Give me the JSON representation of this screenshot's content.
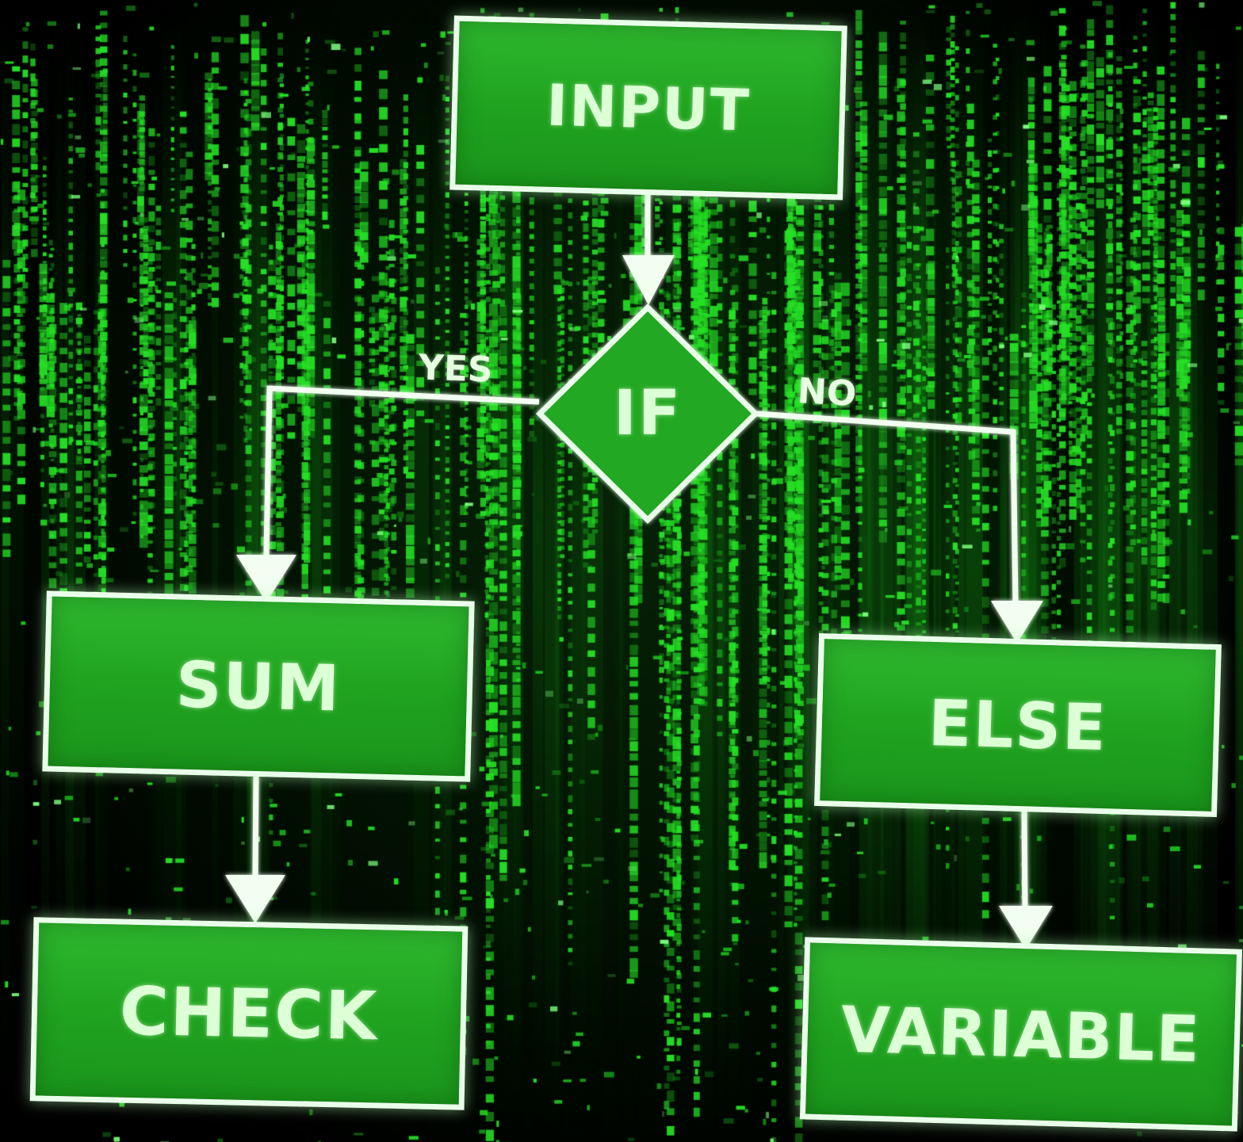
{
  "diagram": {
    "nodes": {
      "input": "INPUT",
      "decision": "IF",
      "sum": "SUM",
      "check": "CHECK",
      "else": "ELSE",
      "variable": "VARIABLE"
    },
    "branches": {
      "yes": "YES",
      "no": "NO"
    }
  },
  "colors": {
    "node_fill": "#22a822",
    "node_border": "#eaffea",
    "connector": "#f2fff0",
    "background": "#000000",
    "matrix_glyph": "#25e025"
  }
}
